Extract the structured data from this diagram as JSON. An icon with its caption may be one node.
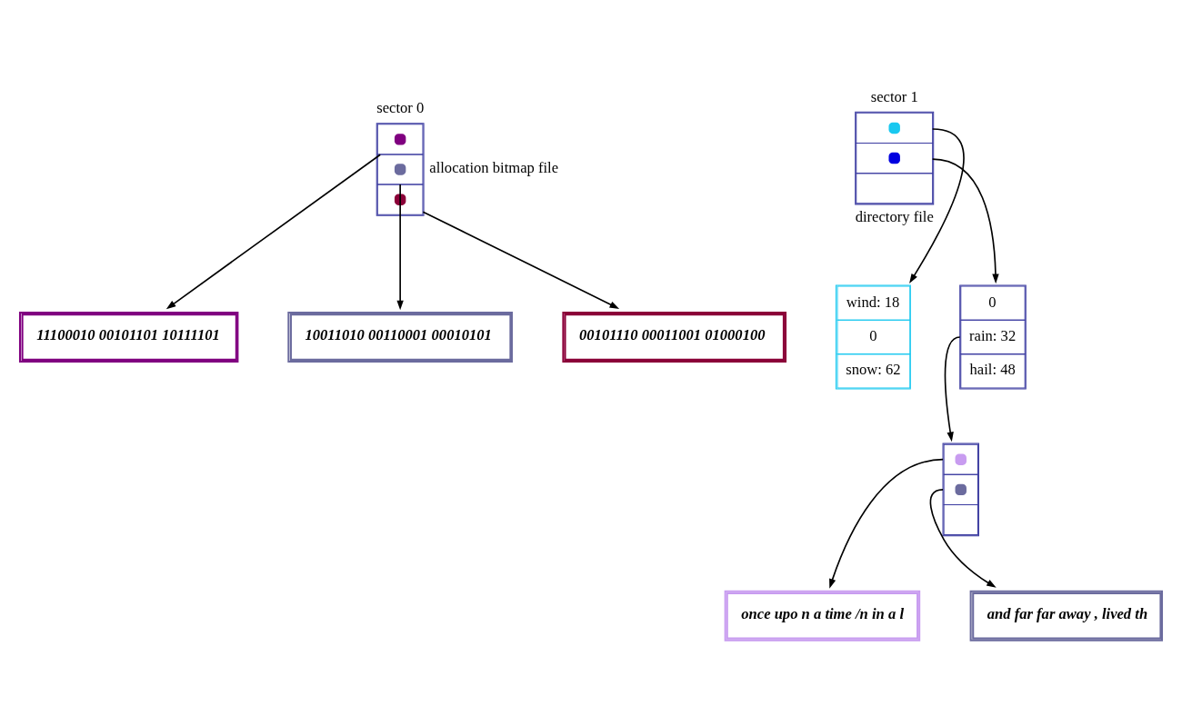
{
  "diagram": {
    "nodes": [
      {
        "text": [],
        "shape": "box",
        "beside": [
          "sector 0",
          "allocation bitmap file"
        ]
      },
      {
        "text": [
          "11100010 00101101 10111101"
        ]
      },
      {
        "text": [
          "10011010 00110001 00010101"
        ]
      },
      {
        "text": [
          "00101110 00011001 01000100"
        ]
      },
      {
        "text": [],
        "shape": "box",
        "beside": [
          "sector 1",
          "directory file"
        ]
      },
      {
        "text": [
          "wind: 18",
          "0",
          "snow: 62"
        ]
      },
      {
        "text": [
          "0",
          "rain: 32",
          "hail: 48"
        ]
      },
      {
        "text": [],
        "shape": "box"
      },
      {
        "text": [
          "once upo n a time /n in a l"
        ]
      },
      {
        "text": [
          "and far far away , lived th"
        ]
      }
    ],
    "edges": [
      {
        "from": 0,
        "to": 1,
        "arrow": "to"
      },
      {
        "from": 0,
        "to": 2,
        "arrow": "to"
      },
      {
        "from": 0,
        "to": 3,
        "arrow": "to"
      },
      {
        "from": 4,
        "to": 5,
        "arrow": "to"
      },
      {
        "from": 4,
        "to": 6,
        "arrow": "to"
      },
      {
        "from": 6,
        "to": 7,
        "arrow": "to"
      },
      {
        "from": 7,
        "to": 8,
        "arrow": "to"
      },
      {
        "from": 7,
        "to": 9,
        "arrow": "to"
      }
    ]
  }
}
